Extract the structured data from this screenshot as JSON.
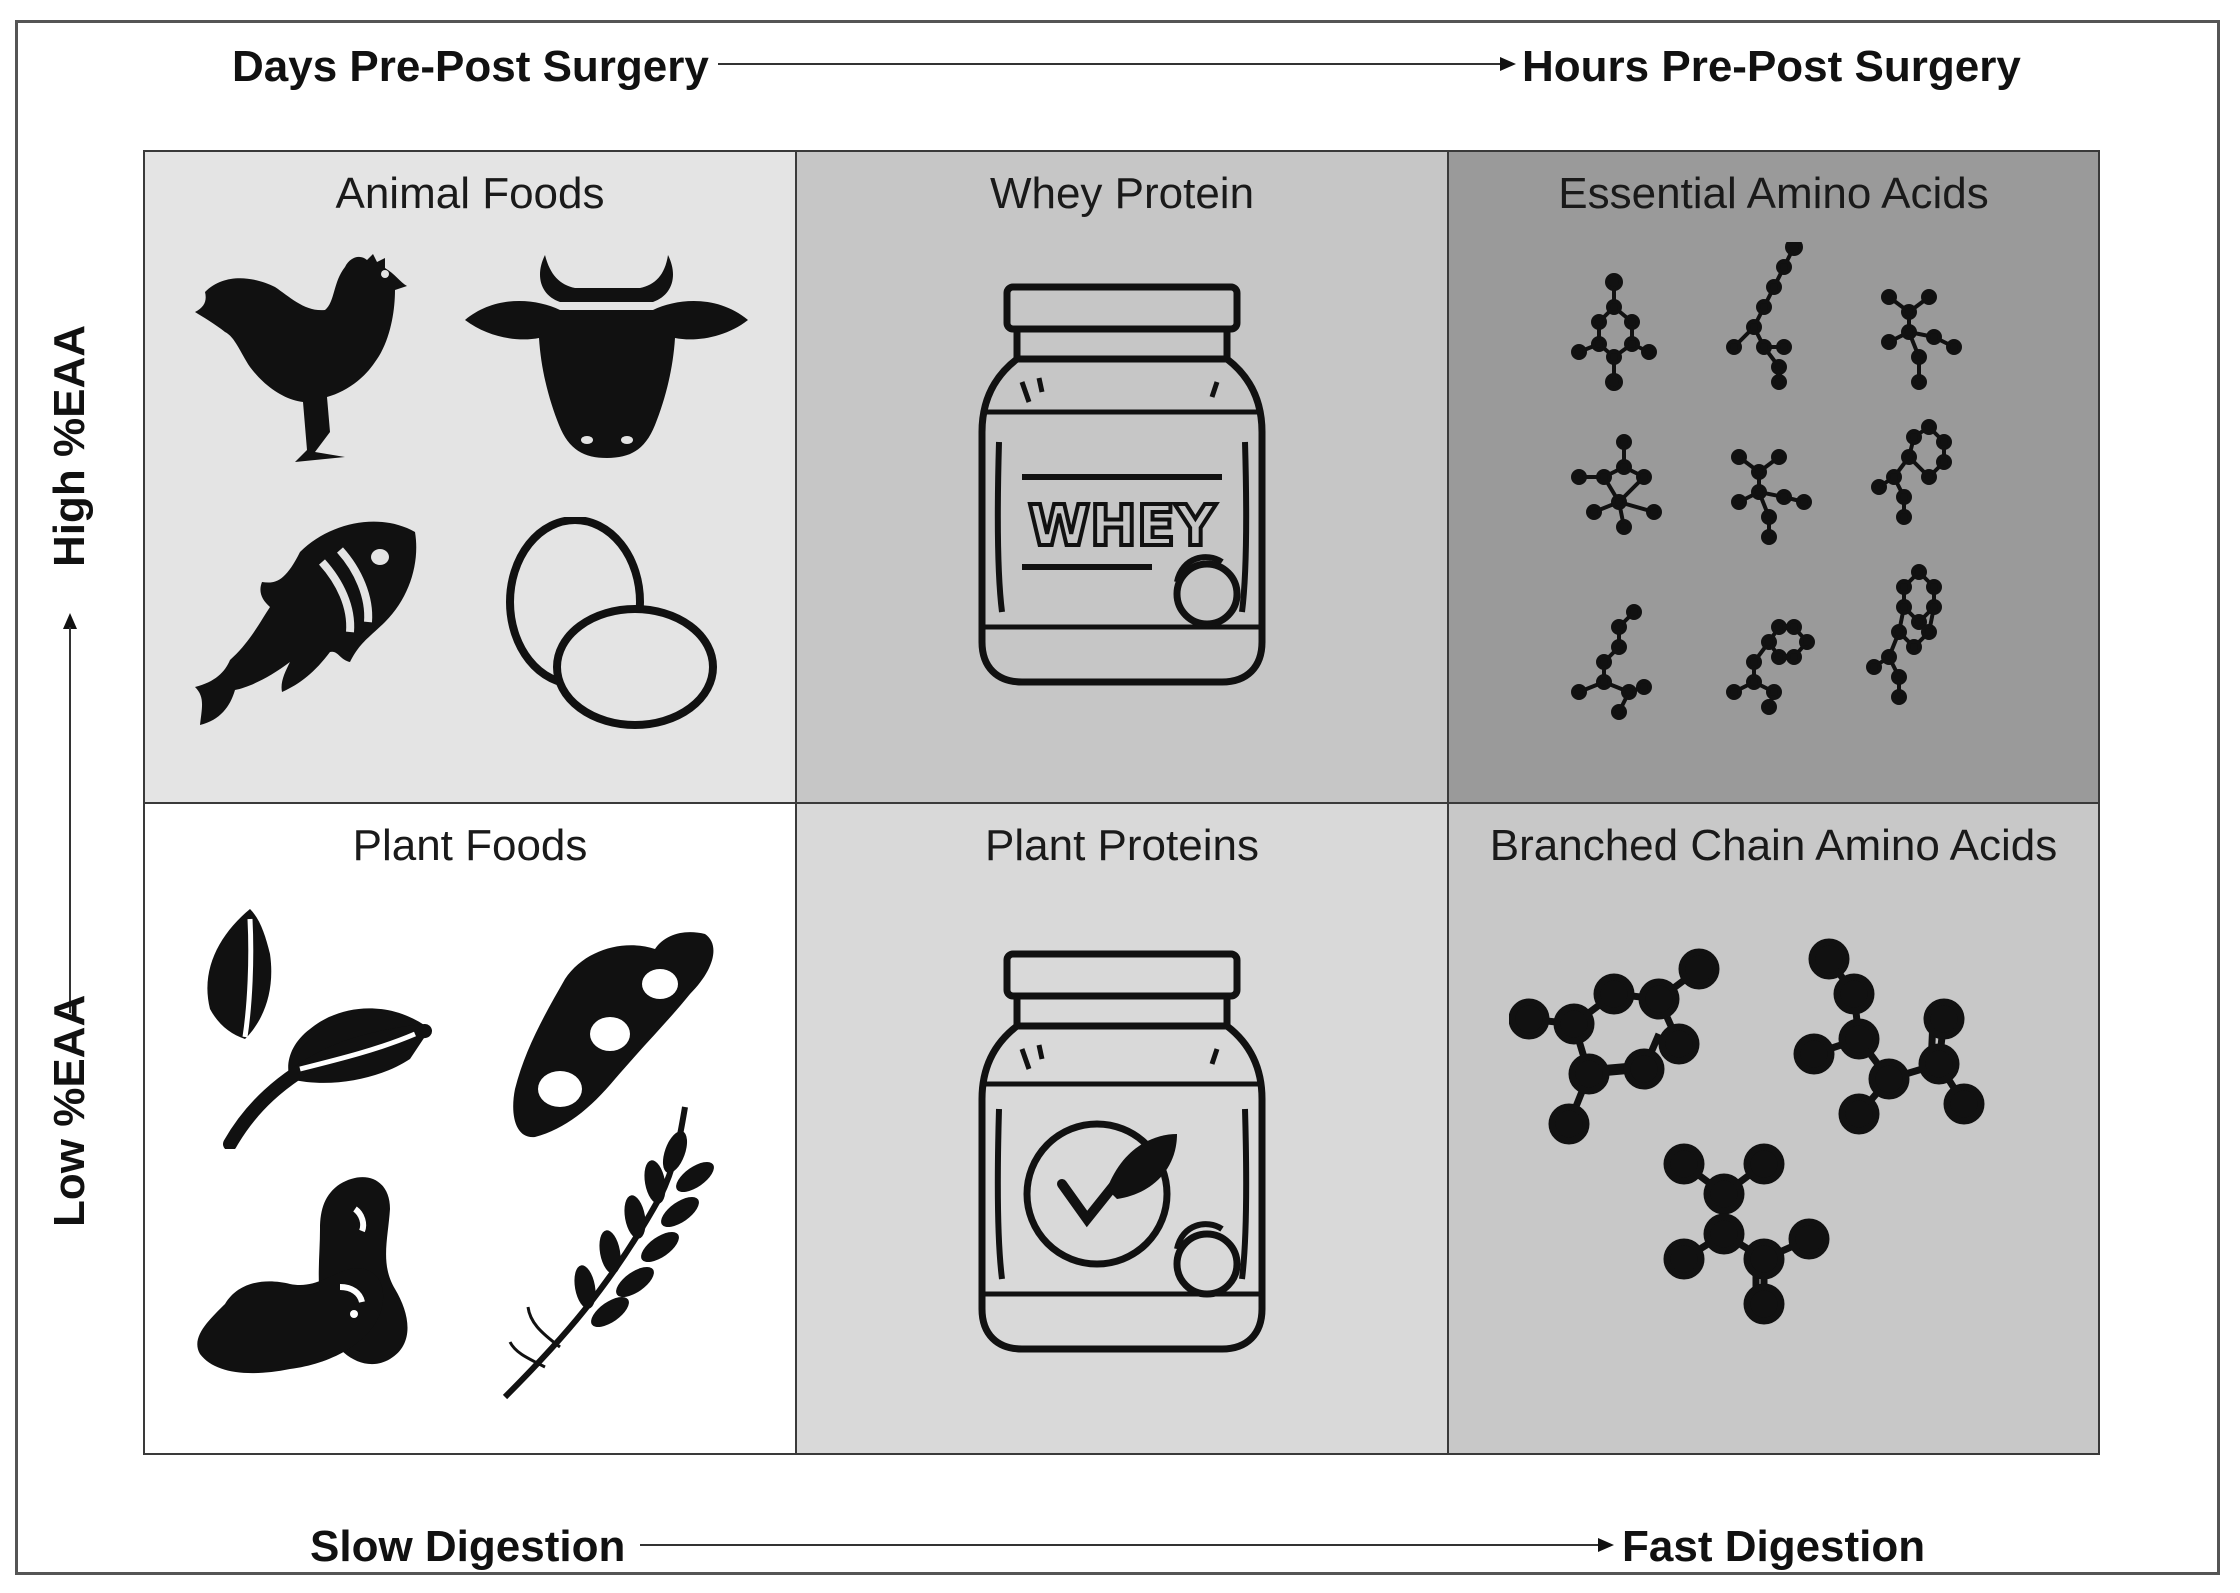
{
  "top_axis": {
    "left_label": "Days Pre-Post Surgery",
    "right_label": "Hours Pre-Post Surgery"
  },
  "bottom_axis": {
    "left_label": "Slow Digestion",
    "right_label": "Fast Digestion"
  },
  "left_axis": {
    "top_label": "High %EAA",
    "bottom_label": "Low %EAA"
  },
  "colors": {
    "light": "#e4e4e4",
    "medium": "#c6c6c6",
    "dark": "#9a9a9a",
    "white": "#ffffff",
    "mid_light": "#d9d9d9",
    "bcaa": "#c8c8c8"
  },
  "cells": [
    {
      "title": "Animal Foods",
      "icons": [
        "chicken-icon",
        "cow-icon",
        "fish-icon",
        "eggs-icon"
      ]
    },
    {
      "title": "Whey Protein",
      "icons": [
        "whey-jar-icon"
      ],
      "jar_text": "WHEY"
    },
    {
      "title": "Essential Amino Acids",
      "icons": [
        "molecule-icon"
      ]
    },
    {
      "title": "Plant Foods",
      "icons": [
        "leaves-icon",
        "soybean-pod-icon",
        "beans-icon",
        "wheat-icon"
      ]
    },
    {
      "title": "Plant Proteins",
      "icons": [
        "plant-protein-jar-icon"
      ]
    },
    {
      "title": "Branched Chain Amino Acids",
      "icons": [
        "molecule-icon"
      ]
    }
  ]
}
